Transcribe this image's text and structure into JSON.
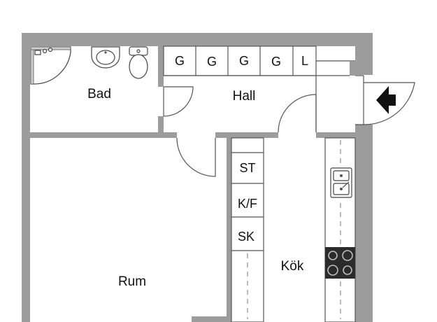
{
  "rooms": {
    "bad": "Bad",
    "hall": "Hall",
    "rum": "Rum",
    "kok": "Kök"
  },
  "hall_cabinets": [
    "G",
    "G",
    "G",
    "G",
    "L"
  ],
  "kitchen_cabinets": [
    "ST",
    "K/F",
    "SK"
  ],
  "icons": {
    "entrance": "entrance-arrow-icon",
    "shower": "shower-icon",
    "washbasin": "washbasin-icon",
    "toilet": "toilet-icon",
    "sink": "kitchen-sink-icon",
    "stove": "stove-icon"
  },
  "colors": {
    "wall": "#9c9c9c",
    "line": "#555555",
    "stove": "#2b2b2b",
    "background": "#ffffff"
  }
}
